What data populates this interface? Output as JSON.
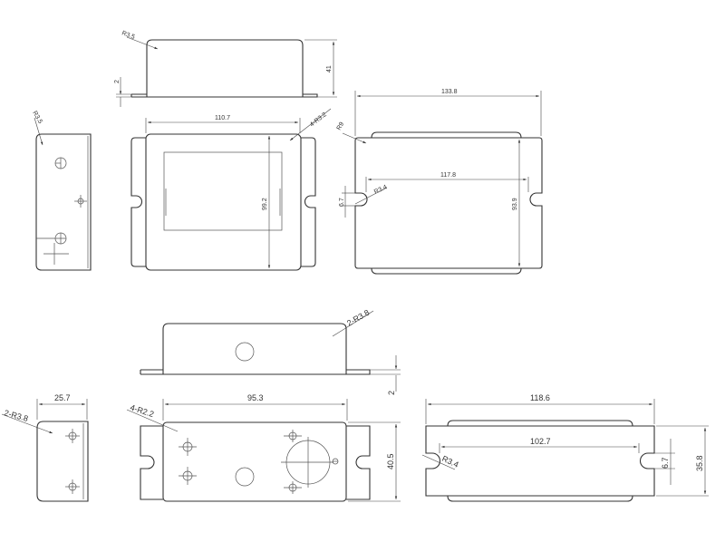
{
  "views": {
    "top_side": {
      "radius_label": "R3.5",
      "height_dim": "41",
      "flange_dim": "2"
    },
    "top_front": {
      "width_dim": "110.7",
      "height_dim": "99.2",
      "corner_label": "4-R3.2"
    },
    "top_left": {
      "radius_label": "R3.5"
    },
    "top_right": {
      "width_dim": "133.8",
      "slot_span_dim": "117.8",
      "height_dim": "93.9",
      "radius_label": "R9",
      "slot_radius_label": "R3.4",
      "slot_width_dim": "6.7"
    },
    "bottom_side": {
      "radius_label": "2-R3.8",
      "flange_dim": "2"
    },
    "bottom_left": {
      "width_dim": "25.7",
      "radius_label": "2-R3.8"
    },
    "bottom_front": {
      "width_dim": "95.3",
      "height_dim": "40.5",
      "hole_label": "4-R2.2"
    },
    "bottom_right": {
      "width_dim": "118.6",
      "slot_span_dim": "102.7",
      "height_dim": "35.8",
      "slot_radius_label": "R3.4",
      "slot_width_dim": "6.7"
    }
  }
}
